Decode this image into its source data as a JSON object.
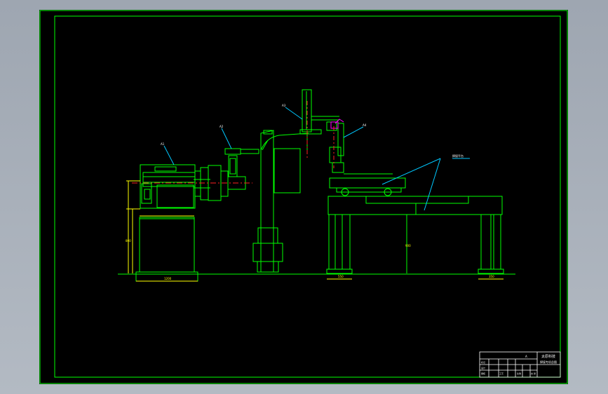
{
  "drawing": {
    "title_block": {
      "company": "太原科技",
      "drawing_name": "焊接专机总图",
      "revision_mark": "A",
      "row_labels": [
        "标记",
        "设计",
        "审核",
        "工艺"
      ],
      "scale_label": "比例",
      "sheet_label": "共 张"
    },
    "callouts": [
      "A1",
      "A2",
      "A3",
      "A4",
      "焊接平台"
    ],
    "dimensions": [
      "800",
      "1200",
      "550",
      "350",
      "900"
    ]
  },
  "colors": {
    "sheet_background": "#000000",
    "frame": "#00ff00",
    "geometry": "#00ff00",
    "leaders": "#00c8ff",
    "dimensions": "#ffff00",
    "centerline": "#ff2020",
    "torch": "#ff00ff",
    "text": "#ffffff"
  }
}
